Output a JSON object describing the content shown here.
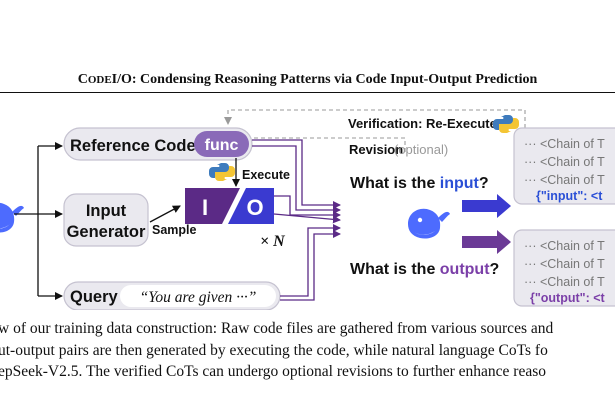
{
  "title": {
    "prefix_big": "C",
    "prefix_small": "ODE",
    "middle": "I/O",
    "rest": ": Condensing Reasoning Patterns via Code Input-Output Prediction"
  },
  "diagram": {
    "reference_code_label": "Reference Code",
    "func_label": "func",
    "input_generator_line1": "Input",
    "input_generator_line2": "Generator",
    "sample_label": "Sample",
    "execute_label": "Execute",
    "io_left": "I",
    "io_slash": "/",
    "io_right": "O",
    "times_label": "× N",
    "query_label": "Query",
    "query_text": "“You are given ···”",
    "verification_label": "Verification: Re-Execute",
    "revision_label": "Revision",
    "optional_label": "(optional)",
    "input_q_prefix": "What is the ",
    "input_q_key": "input",
    "input_q_suffix": "?",
    "output_q_prefix": "What is the ",
    "output_q_key": "output",
    "output_q_suffix": "?",
    "input_cots": [
      "··· <Chain of T",
      "··· <Chain of T",
      "··· <Chain of T"
    ],
    "input_json": "{\"input\": <t",
    "output_cots": [
      "··· <Chain of T",
      "··· <Chain of T",
      "··· <Chain of T"
    ],
    "output_json": "{\"output\": <t"
  },
  "caption": {
    "line1": "w of our training data construction: Raw code files are gathered from various sources and",
    "line2": "ut-output pairs are then generated by executing the code, while natural language CoTs fo",
    "line3": "epSeek-V2.5. The verified CoTs can undergo optional revisions to further enhance reaso"
  },
  "colors": {
    "purple": "#5b2a86",
    "light_purple": "#8a6ab8",
    "box_fill": "#eae9ef",
    "box_border": "#c5c2d0",
    "blue": "#2a4fd6",
    "logo_blue": "#4d6bfe",
    "dashed_gray": "#9a9a9a"
  },
  "icons": [
    "python-icon",
    "deepseek-whale-icon"
  ]
}
